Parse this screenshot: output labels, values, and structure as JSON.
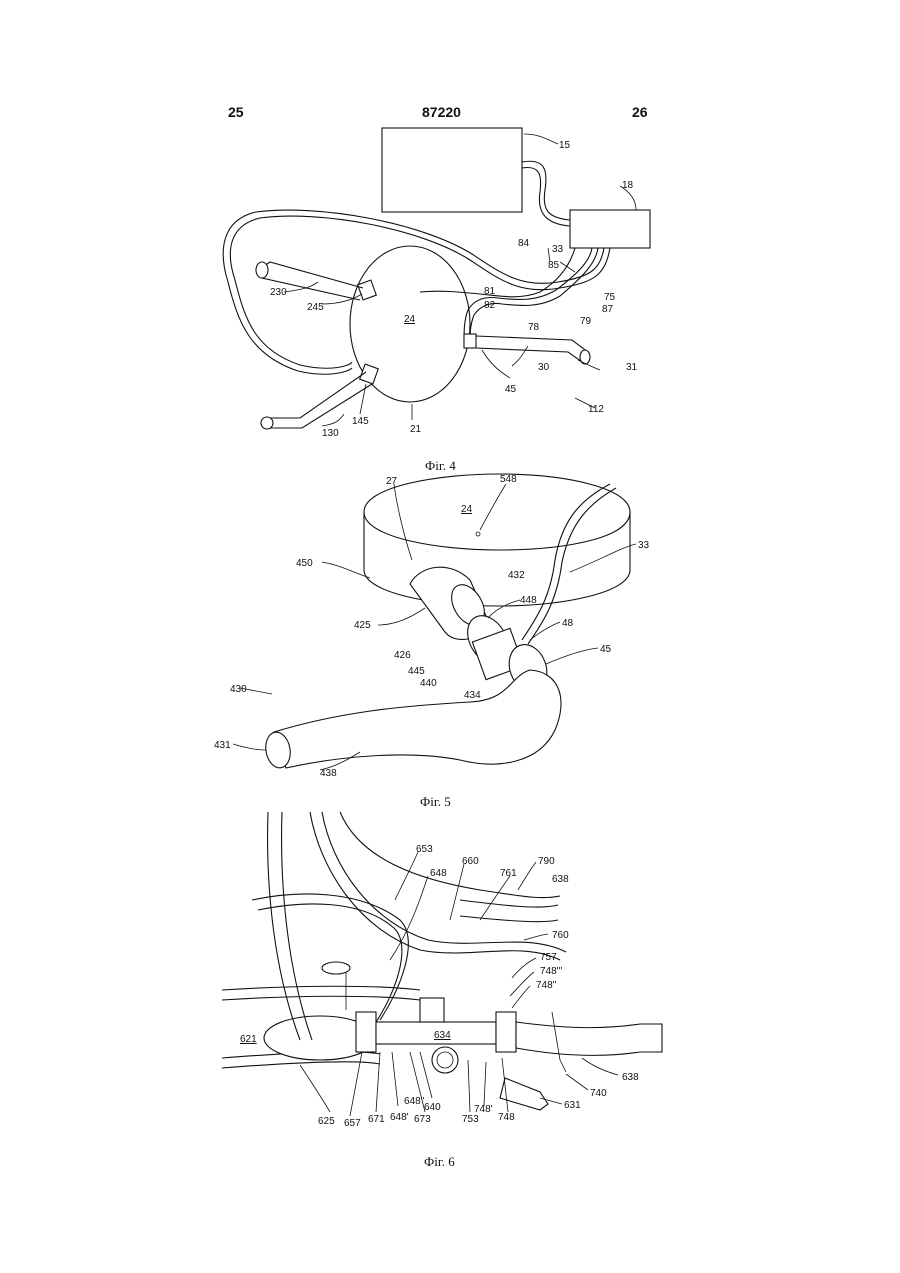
{
  "header": {
    "left": "25",
    "center": "87220",
    "right": "26"
  },
  "figures": [
    {
      "caption": "Фіг. 4",
      "labels": [
        "15",
        "18",
        "84",
        "33",
        "85",
        "75",
        "81",
        "87",
        "82",
        "79",
        "78",
        "230",
        "245",
        "24",
        "45",
        "30",
        "31",
        "112",
        "145",
        "21",
        "130"
      ]
    },
    {
      "caption": "Фіг. 5",
      "labels": [
        "27",
        "548",
        "24",
        "33",
        "450",
        "432",
        "448",
        "425",
        "48",
        "426",
        "445",
        "45",
        "440",
        "434",
        "430",
        "431",
        "438"
      ]
    },
    {
      "caption": "Фіг. 6",
      "labels": [
        "653",
        "660",
        "790",
        "648",
        "761",
        "638",
        "760",
        "757",
        "748'''",
        "748''",
        "621",
        "634",
        "740",
        "638",
        "648''",
        "631",
        "625",
        "657",
        "671",
        "648'",
        "673",
        "640",
        "748'",
        "753",
        "748"
      ]
    }
  ]
}
